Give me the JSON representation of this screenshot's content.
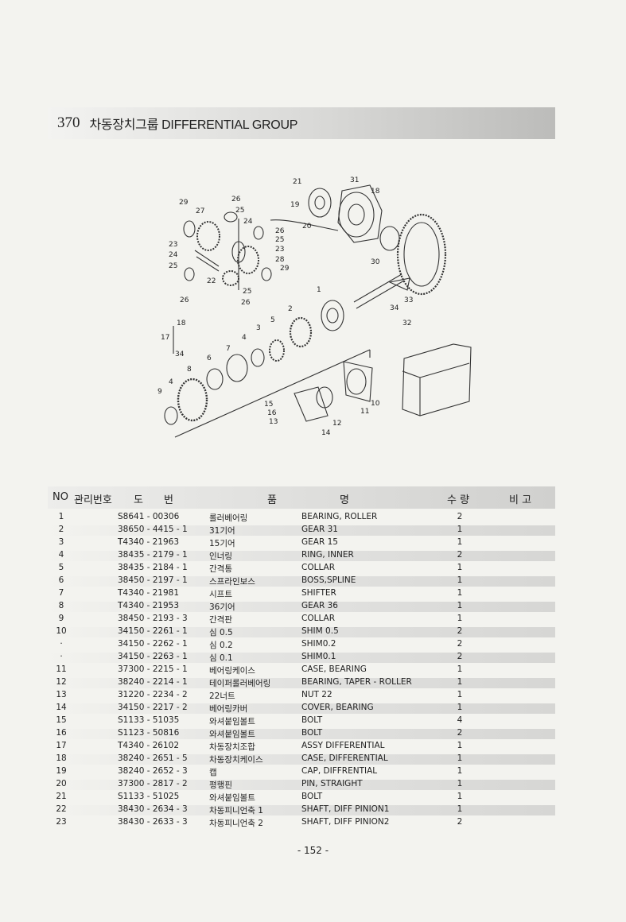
{
  "header": {
    "number": "370",
    "title": "차동장치그룹 DIFFERENTIAL GROUP"
  },
  "table": {
    "headers": {
      "no": "NO",
      "mgmt": "관리번호",
      "draw1": "도",
      "draw2": "번",
      "name1": "품",
      "name2": "명",
      "qty": "수 량",
      "remark": "비 고"
    },
    "rows": [
      {
        "no": "1",
        "part": "S8641 - 00306",
        "kr": "롤러베어링",
        "en": "BEARING, ROLLER",
        "qty": "2"
      },
      {
        "no": "2",
        "part": "38650 - 4415 - 1",
        "kr": "31기어",
        "en": "GEAR 31",
        "qty": "1"
      },
      {
        "no": "3",
        "part": "T4340 - 21963",
        "kr": "15기어",
        "en": "GEAR 15",
        "qty": "1"
      },
      {
        "no": "4",
        "part": "38435 - 2179 - 1",
        "kr": "인너링",
        "en": "RING, INNER",
        "qty": "2"
      },
      {
        "no": "5",
        "part": "38435 - 2184 - 1",
        "kr": "간격통",
        "en": "COLLAR",
        "qty": "1"
      },
      {
        "no": "6",
        "part": "38450 - 2197 - 1",
        "kr": "스프라인보스",
        "en": "BOSS,SPLINE",
        "qty": "1"
      },
      {
        "no": "7",
        "part": "T4340 - 21981",
        "kr": "시프트",
        "en": "SHIFTER",
        "qty": "1"
      },
      {
        "no": "8",
        "part": "T4340 - 21953",
        "kr": "36기어",
        "en": "GEAR 36",
        "qty": "1"
      },
      {
        "no": "9",
        "part": "38450 - 2193 - 3",
        "kr": "간격판",
        "en": "COLLAR",
        "qty": "1"
      },
      {
        "no": "10",
        "part": "34150 - 2261 - 1",
        "kr": "심 0.5",
        "en": "SHIM 0.5",
        "qty": "2"
      },
      {
        "no": "·",
        "part": "34150 - 2262 - 1",
        "kr": "심 0.2",
        "en": "SHIM0.2",
        "qty": "2"
      },
      {
        "no": "·",
        "part": "34150 - 2263 - 1",
        "kr": "심 0.1",
        "en": "SHIM0.1",
        "qty": "2"
      },
      {
        "no": "11",
        "part": "37300 - 2215 - 1",
        "kr": "베어링케이스",
        "en": "CASE, BEARING",
        "qty": "1"
      },
      {
        "no": "12",
        "part": "38240 - 2214 - 1",
        "kr": "테이퍼롤러베어링",
        "en": "BEARING, TAPER - ROLLER",
        "qty": "1"
      },
      {
        "no": "13",
        "part": "31220 - 2234 - 2",
        "kr": "22너트",
        "en": "NUT 22",
        "qty": "1"
      },
      {
        "no": "14",
        "part": "34150 - 2217 - 2",
        "kr": "베어링카버",
        "en": "COVER, BEARING",
        "qty": "1"
      },
      {
        "no": "15",
        "part": "S1133 - 51035",
        "kr": "와셔붙임볼트",
        "en": "BOLT",
        "qty": "4"
      },
      {
        "no": "16",
        "part": "S1123 - 50816",
        "kr": "와셔붙임볼트",
        "en": "BOLT",
        "qty": "2"
      },
      {
        "no": "17",
        "part": "T4340 - 26102",
        "kr": "차동장치조합",
        "en": "ASSY DIFFERENTIAL",
        "qty": "1"
      },
      {
        "no": "18",
        "part": "38240 - 2651 - 5",
        "kr": "차동장치케이스",
        "en": "CASE, DIFFERENTIAL",
        "qty": "1"
      },
      {
        "no": "19",
        "part": "38240 - 2652 - 3",
        "kr": "캡",
        "en": "CAP, DIFFRENTIAL",
        "qty": "1"
      },
      {
        "no": "20",
        "part": "37300 - 2817 - 2",
        "kr": "평행핀",
        "en": "PIN, STRAIGHT",
        "qty": "1"
      },
      {
        "no": "21",
        "part": "S1133 - 51025",
        "kr": "와셔붙임볼트",
        "en": "BOLT",
        "qty": "1"
      },
      {
        "no": "22",
        "part": "38430 - 2634 - 3",
        "kr": "차동피니언축 1",
        "en": "SHAFT, DIFF PINION1",
        "qty": "1"
      },
      {
        "no": "23",
        "part": "38430 - 2633 - 3",
        "kr": "차동피니언축 2",
        "en": "SHAFT, DIFF PINION2",
        "qty": "2"
      }
    ]
  },
  "diagram": {
    "callouts": [
      "21",
      "31",
      "18",
      "19",
      "20",
      "29",
      "26",
      "25",
      "27",
      "24",
      "26",
      "25",
      "23",
      "28",
      "29",
      "23",
      "24",
      "25",
      "22",
      "25",
      "26",
      "26",
      "30",
      "33",
      "34",
      "32",
      "1",
      "2",
      "18",
      "17",
      "34",
      "5",
      "3",
      "4",
      "6",
      "7",
      "8",
      "4",
      "9",
      "15",
      "16",
      "13",
      "14",
      "12",
      "11",
      "10"
    ]
  },
  "footer": {
    "page": "- 152 -"
  }
}
